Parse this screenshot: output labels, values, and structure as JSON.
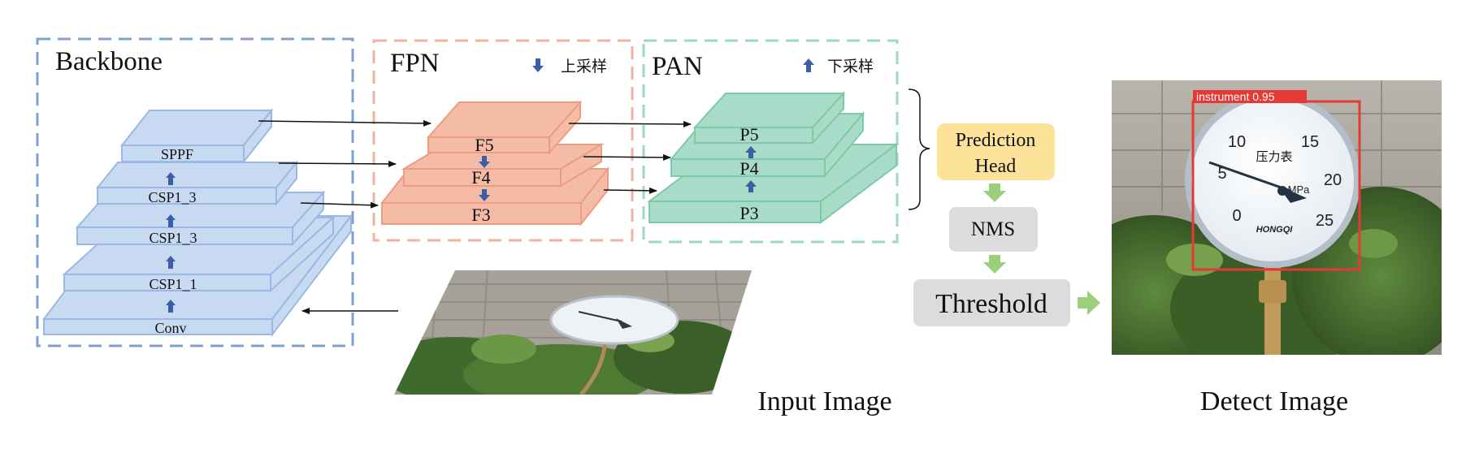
{
  "backbone": {
    "title": "Backbone",
    "layers": [
      "SPPF",
      "CSP1_3",
      "CSP1_3",
      "CSP1_1",
      "Conv"
    ]
  },
  "fpn": {
    "title": "FPN",
    "legend_label": "上采样",
    "layers": [
      "F5",
      "F4",
      "F3"
    ]
  },
  "pan": {
    "title": "PAN",
    "legend_label": "下采样",
    "layers": [
      "P5",
      "P4",
      "P3"
    ]
  },
  "pipeline": {
    "prediction_line1": "Prediction",
    "prediction_line2": "Head",
    "nms": "NMS",
    "threshold": "Threshold"
  },
  "images": {
    "input_caption": "Input Image",
    "detect_caption": "Detect Image",
    "detection_label": "instrument 0.95",
    "gauge_brand": "HONGQI",
    "gauge_title": "压力表",
    "gauge_unit": "MPa",
    "gauge_ticks": [
      "0",
      "5",
      "10",
      "15",
      "20",
      "25"
    ]
  },
  "colors": {
    "backbone": "#c7daf2",
    "fpn": "#f4bca6",
    "pan": "#a9dcc8",
    "prediction_head": "#fde39a",
    "process_box": "#dcdcdc",
    "flow_arrow": "#9ccf7a",
    "sample_arrow": "#3b5fa6",
    "detection_box": "#e53935"
  }
}
